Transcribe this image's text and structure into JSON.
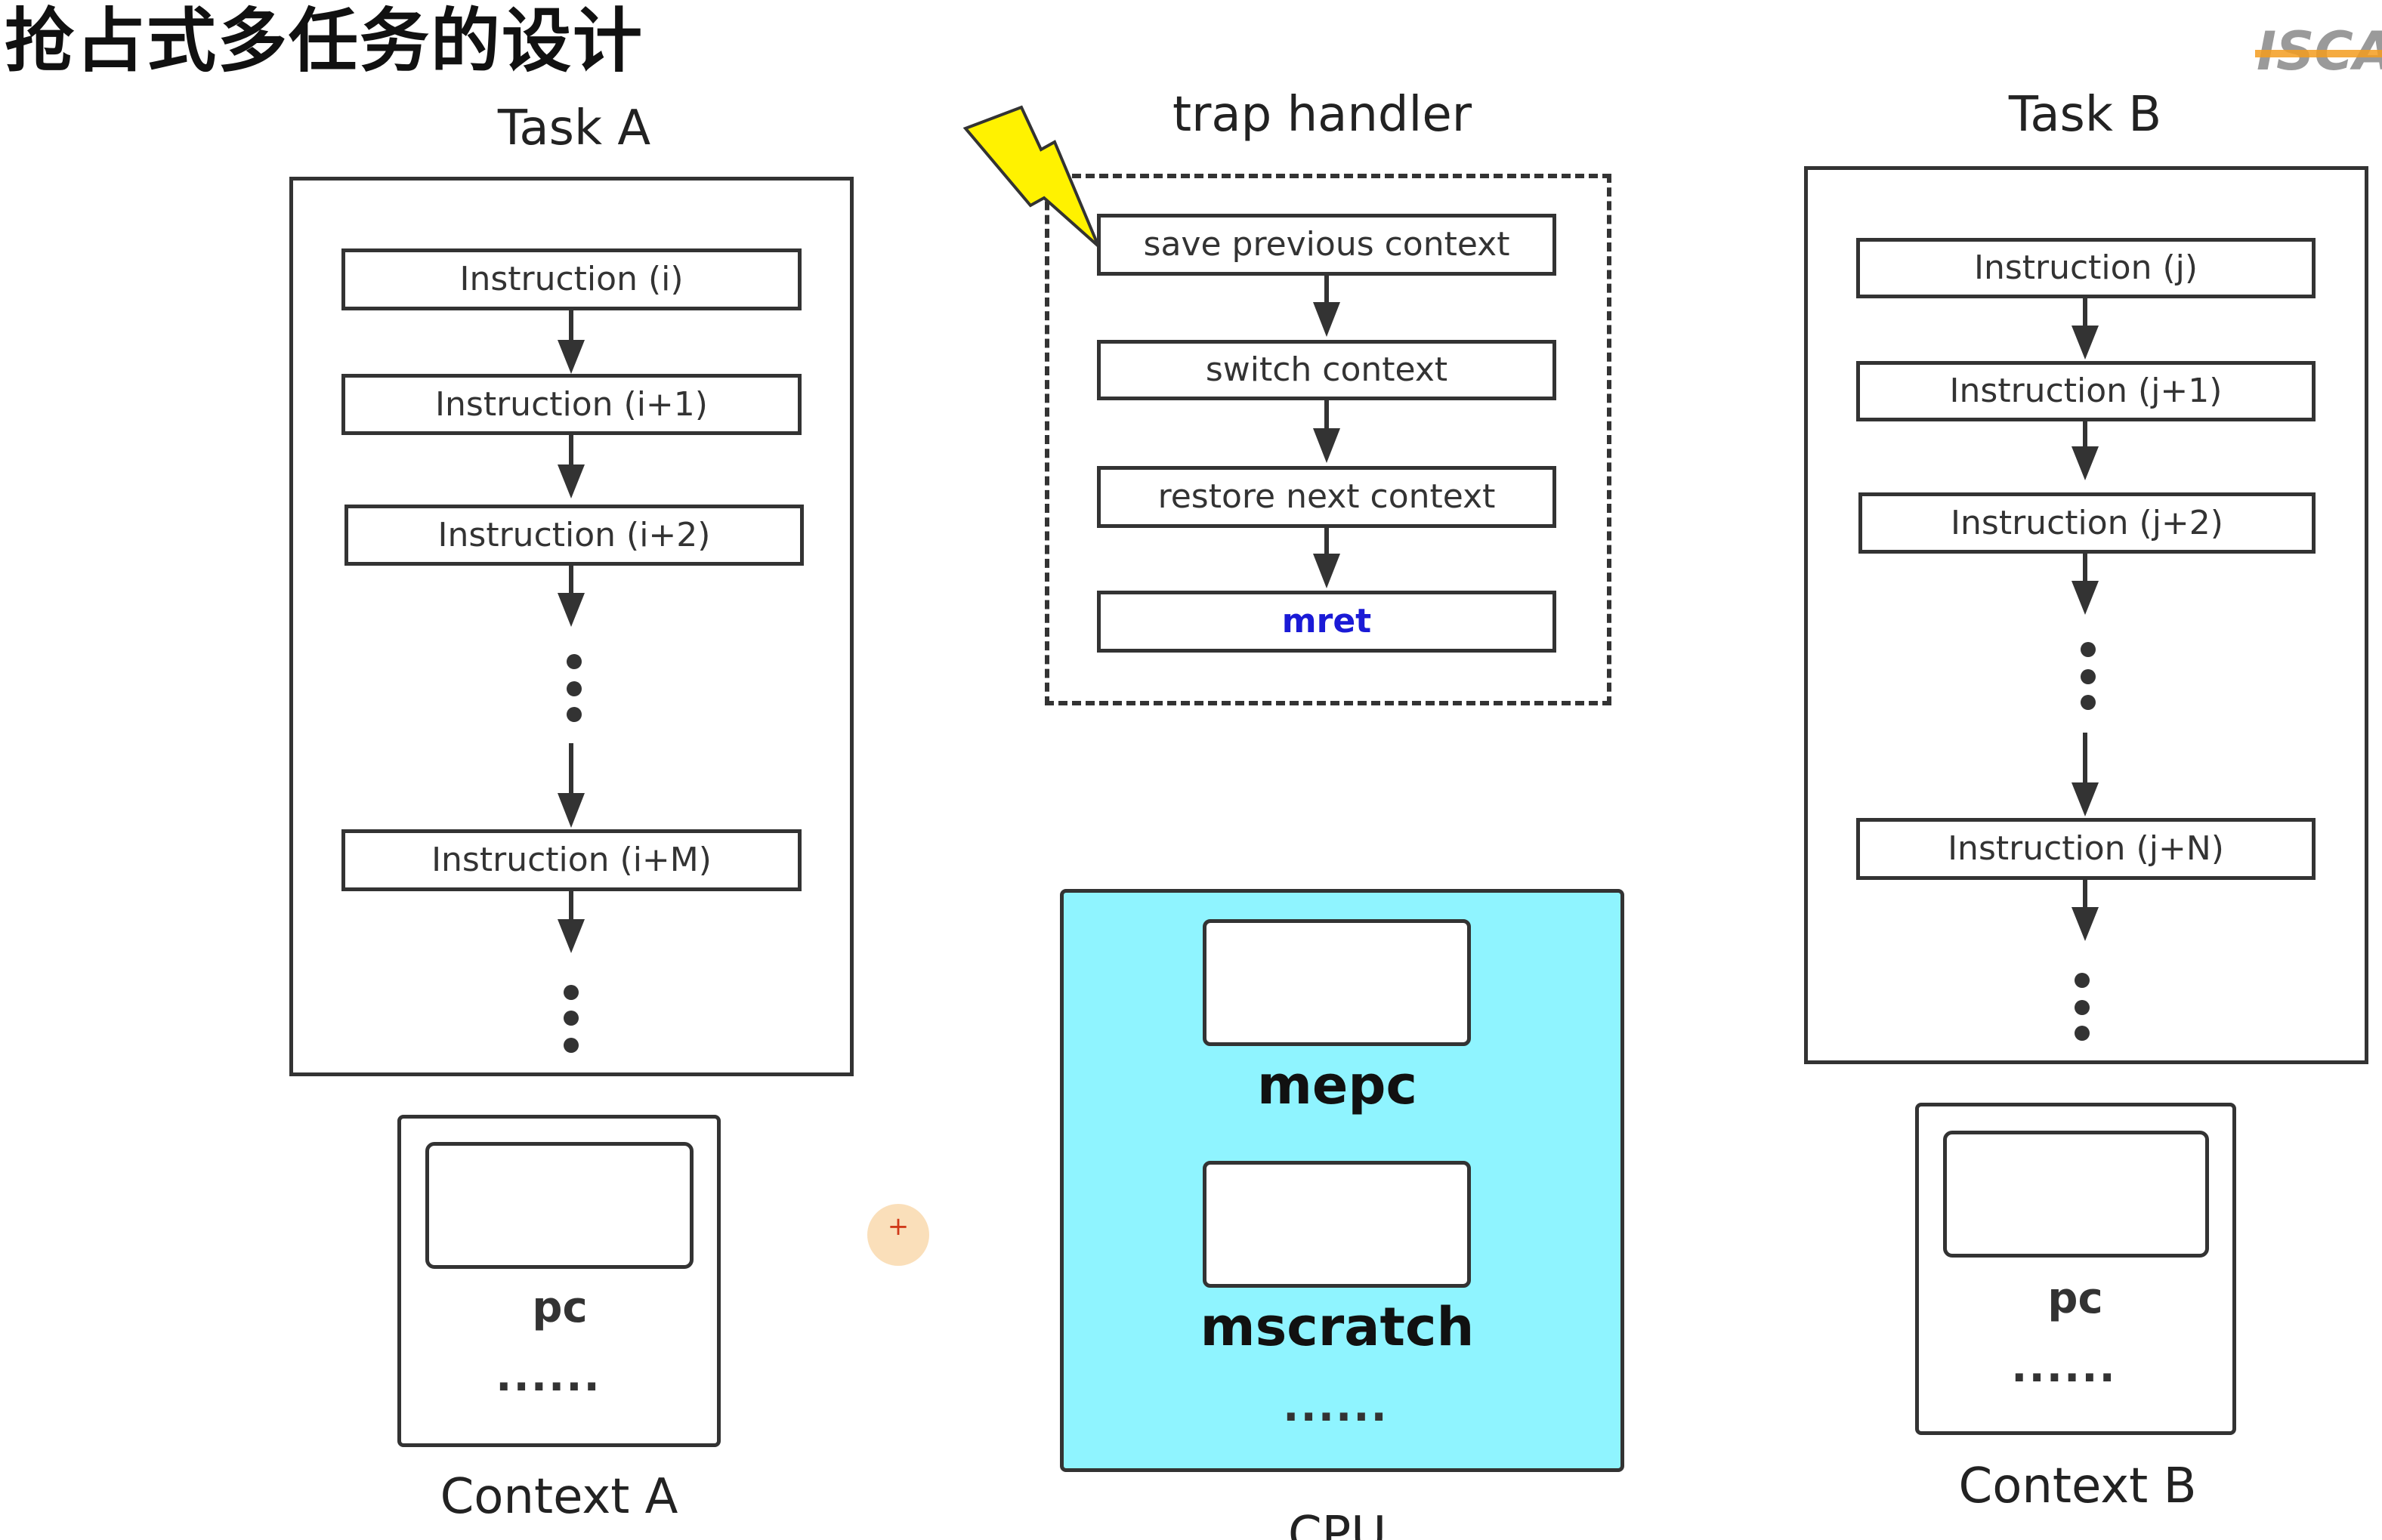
{
  "slide": {
    "title": "抢占式多任务的设计",
    "logo_text": "ISCAS"
  },
  "task_a": {
    "label": "Task A",
    "instructions": [
      "Instruction (i)",
      "Instruction (i+1)",
      "Instruction (i+2)",
      "Instruction (i+M)"
    ]
  },
  "trap_handler": {
    "label": "trap handler",
    "steps": [
      "save previous context",
      "switch context",
      "restore next context",
      "mret"
    ]
  },
  "task_b": {
    "label": "Task B",
    "instructions": [
      "Instruction (j)",
      "Instruction (j+1)",
      "Instruction (j+2)",
      "Instruction (j+N)"
    ]
  },
  "cpu": {
    "label": "CPU",
    "registers": [
      "mepc",
      "mscratch"
    ],
    "ellipsis": "......"
  },
  "context_a": {
    "label": "Context A",
    "register": "pc",
    "ellipsis": "......"
  },
  "context_b": {
    "label": "Context B",
    "register": "pc",
    "ellipsis": "......"
  },
  "colors": {
    "cpu_fill": "#8ff4ff",
    "mret_text": "#1a1ad6",
    "lightning_fill": "#fff200",
    "logo_orange": "#f39c1f",
    "logo_gray": "#9a9a9a"
  }
}
